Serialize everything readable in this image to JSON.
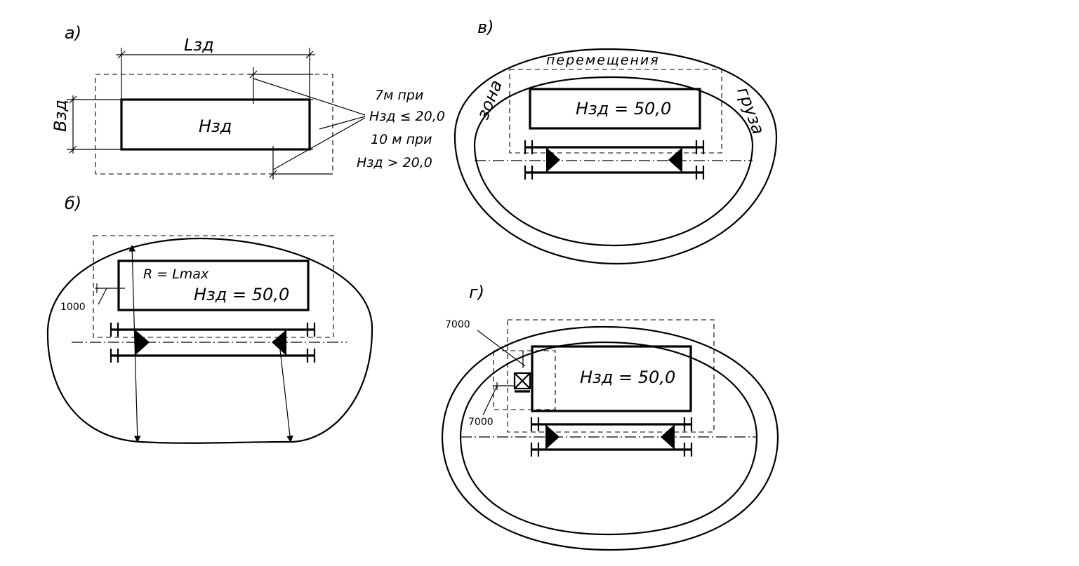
{
  "diagrams": {
    "a": {
      "label": "а)",
      "length": "Lзд",
      "width": "Bзд",
      "height": "Hзд",
      "note_line1": "7м  при",
      "note_line2": "Hзд ≤ 20,0",
      "note_line3": "10 м  при",
      "note_line4": "Hзд > 20,0"
    },
    "b": {
      "label": "б)",
      "radius": "R = Lmax",
      "height": "Hзд = 50,0",
      "offset": "1000"
    },
    "v": {
      "label": "в)",
      "zone_top": "перемещения",
      "zone_left": "зона",
      "zone_right": "груза",
      "height": "Hзд = 50,0"
    },
    "g": {
      "label": "г)",
      "dim_top": "7000",
      "dim_bottom": "7000",
      "height": "Hзд = 50,0"
    }
  }
}
